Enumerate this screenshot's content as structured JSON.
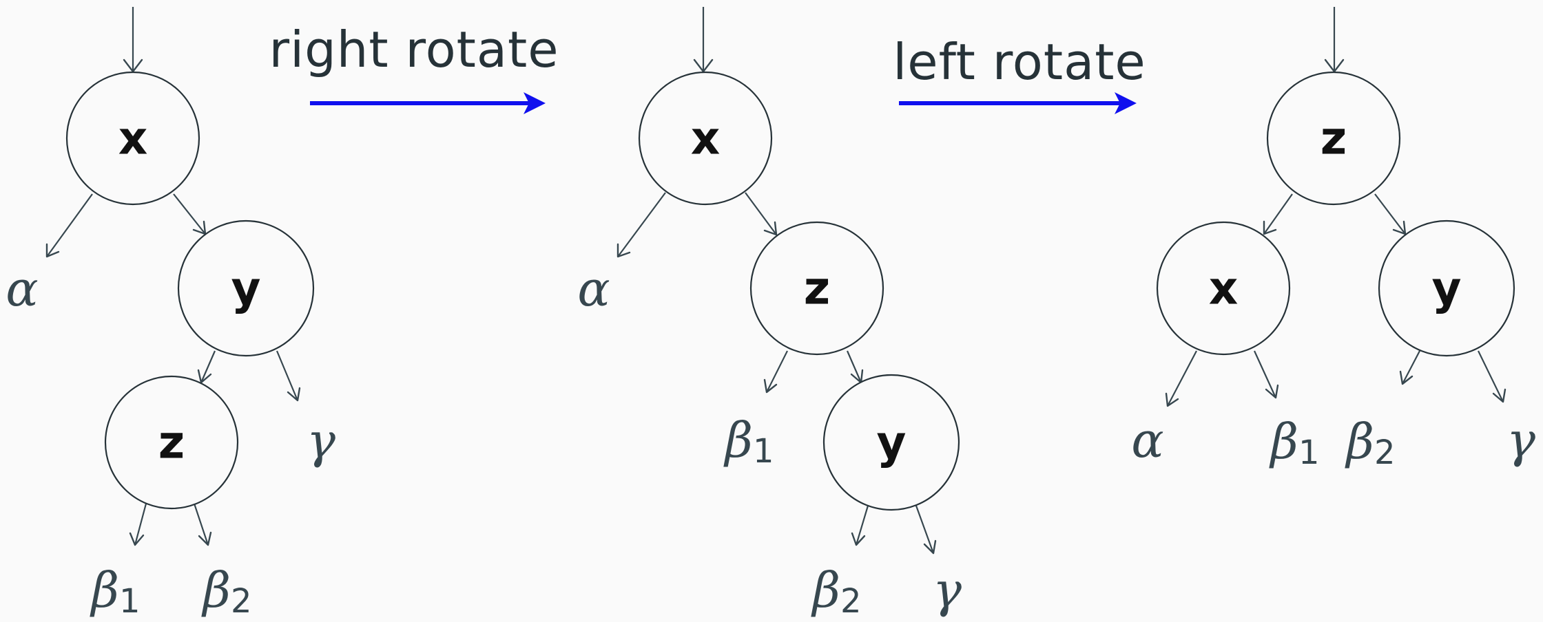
{
  "operations": [
    {
      "label": "right rotate"
    },
    {
      "label": "left rotate"
    }
  ],
  "trees": [
    {
      "nodes": [
        {
          "label": "x"
        },
        {
          "label": "y"
        },
        {
          "label": "z"
        }
      ],
      "leaves": [
        {
          "symbol": "α",
          "sub": ""
        },
        {
          "symbol": "γ",
          "sub": ""
        },
        {
          "symbol": "β",
          "sub": "1"
        },
        {
          "symbol": "β",
          "sub": "2"
        }
      ]
    },
    {
      "nodes": [
        {
          "label": "x"
        },
        {
          "label": "z"
        },
        {
          "label": "y"
        }
      ],
      "leaves": [
        {
          "symbol": "α",
          "sub": ""
        },
        {
          "symbol": "β",
          "sub": "1"
        },
        {
          "symbol": "β",
          "sub": "2"
        },
        {
          "symbol": "γ",
          "sub": ""
        }
      ]
    },
    {
      "nodes": [
        {
          "label": "z"
        },
        {
          "label": "x"
        },
        {
          "label": "y"
        }
      ],
      "leaves": [
        {
          "symbol": "α",
          "sub": ""
        },
        {
          "symbol": "β",
          "sub": "1"
        },
        {
          "symbol": "β",
          "sub": "2"
        },
        {
          "symbol": "γ",
          "sub": ""
        }
      ]
    }
  ]
}
